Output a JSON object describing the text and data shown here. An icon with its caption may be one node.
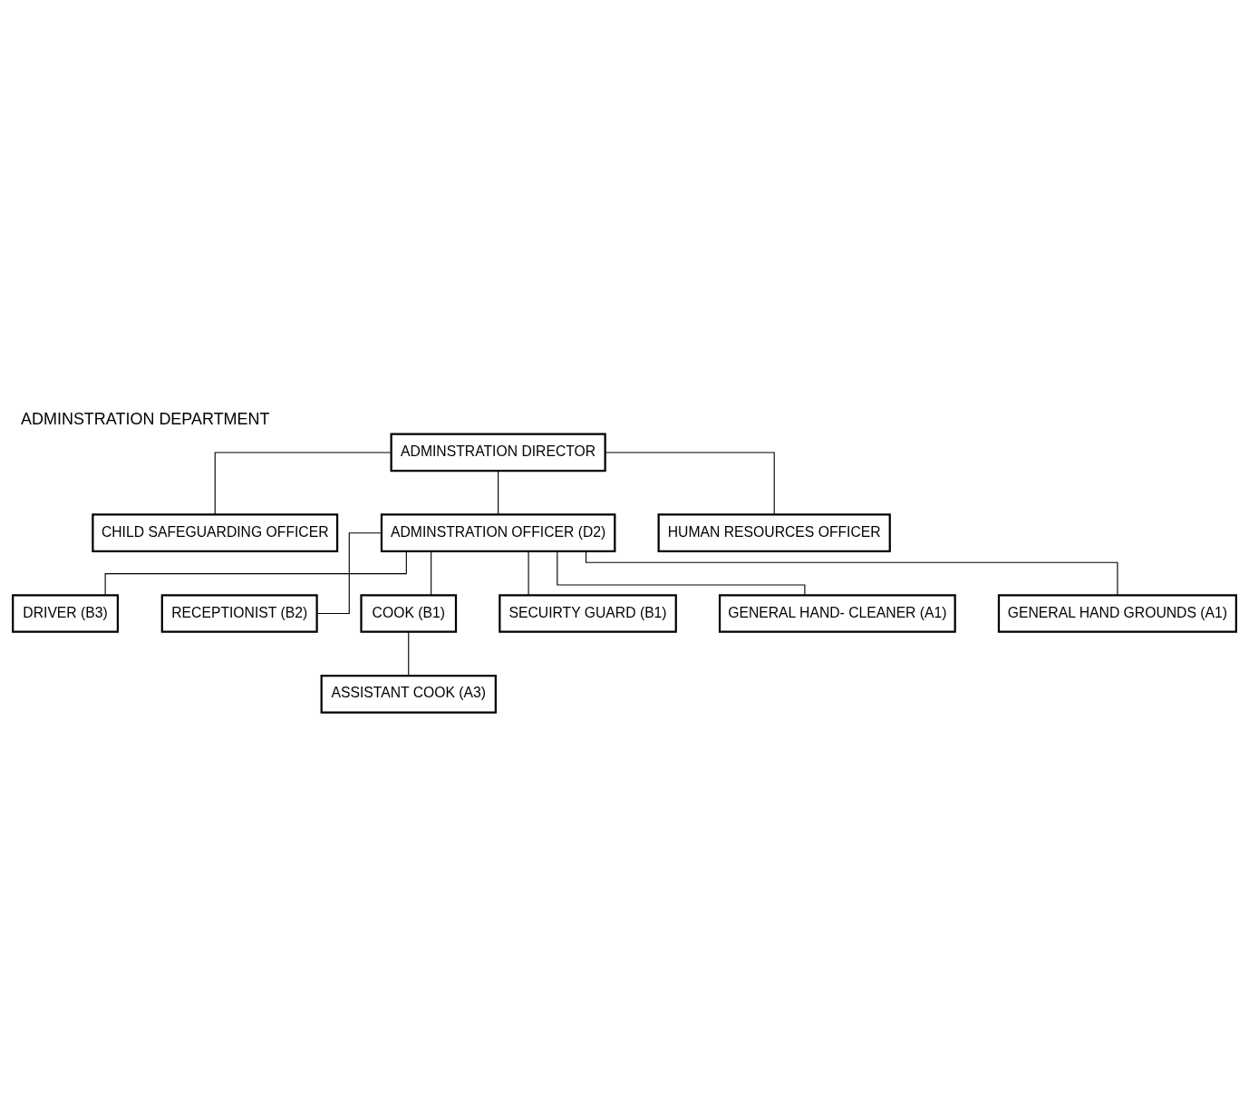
{
  "diagram": {
    "title": "ADMINSTRATION DEPARTMENT",
    "nodes": [
      {
        "text": [
          "ADMINSTRATION DIRECTOR"
        ]
      },
      {
        "text": [
          "CHILD SAFEGUARDING OFFICER"
        ]
      },
      {
        "text": [
          "ADMINSTRATION OFFICER (D2)"
        ]
      },
      {
        "text": [
          "HUMAN RESOURCES OFFICER"
        ]
      },
      {
        "text": [
          "DRIVER (B3)"
        ]
      },
      {
        "text": [
          "RECEPTIONIST (B2)"
        ]
      },
      {
        "text": [
          "COOK (B1)"
        ]
      },
      {
        "text": [
          "SECUIRTY GUARD (B1)"
        ]
      },
      {
        "text": [
          "ASSISTANT COOK (A3)"
        ]
      },
      {
        "text": [
          "GENERAL HAND- CLEANER (A1)"
        ]
      },
      {
        "text": [
          "GENERAL HAND GROUNDS (A1)"
        ]
      }
    ],
    "edges": [
      {
        "from": 0,
        "to": 1,
        "arrow": "none"
      },
      {
        "from": 0,
        "to": 2,
        "arrow": "none"
      },
      {
        "from": 0,
        "to": 3,
        "arrow": "none"
      },
      {
        "from": 2,
        "to": 6,
        "arrow": "none"
      },
      {
        "from": 2,
        "to": 4,
        "arrow": "none"
      },
      {
        "from": 2,
        "to": 5,
        "arrow": "none"
      },
      {
        "from": 2,
        "to": 7,
        "arrow": "none"
      },
      {
        "from": 6,
        "to": 8,
        "arrow": "none"
      },
      {
        "from": 2,
        "to": 9,
        "arrow": "none"
      },
      {
        "from": 2,
        "to": 10,
        "arrow": "none"
      }
    ]
  }
}
